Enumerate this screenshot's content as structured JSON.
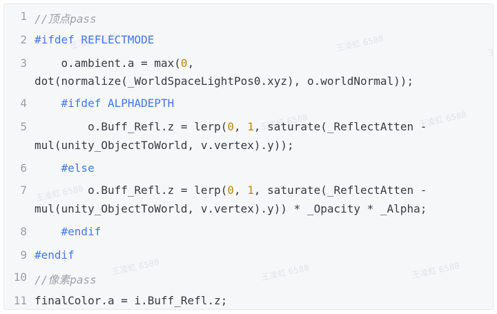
{
  "watermark_text": "王凌虹 6588",
  "code": {
    "lines": [
      {
        "number": "1",
        "text": "//顶点pass",
        "kind": "comment"
      },
      {
        "number": "2",
        "text": "#ifdef REFLECTMODE",
        "kind": "directive"
      },
      {
        "number": "3",
        "parts": [
          "    o.ambient.a = max(",
          "0",
          ","
        ],
        "cont": "dot(normalize(_WorldSpaceLightPos0.xyz), o.worldNormal));"
      },
      {
        "number": "4",
        "text": "    #ifdef ALPHADEPTH",
        "kind": "directive"
      },
      {
        "number": "5",
        "parts": [
          "        o.Buff_Refl.z = lerp(",
          "0",
          ", ",
          "1",
          ", saturate(_ReflectAtten -"
        ],
        "cont": "mul(unity_ObjectToWorld, v.vertex).y));"
      },
      {
        "number": "6",
        "text": "    #else",
        "kind": "directive"
      },
      {
        "number": "7",
        "parts": [
          "        o.Buff_Refl.z = lerp(",
          "0",
          ", ",
          "1",
          ", saturate(_ReflectAtten -"
        ],
        "cont": "mul(unity_ObjectToWorld, v.vertex).y)) * _Opacity * _Alpha;"
      },
      {
        "number": "8",
        "text": "    #endif",
        "kind": "directive"
      },
      {
        "number": "9",
        "text": "#endif",
        "kind": "directive"
      },
      {
        "number": "10",
        "text": "//像素pass",
        "kind": "comment"
      },
      {
        "number": "11",
        "text": "finalColor.a = i.Buff_Refl.z;",
        "kind": "plain"
      }
    ]
  }
}
